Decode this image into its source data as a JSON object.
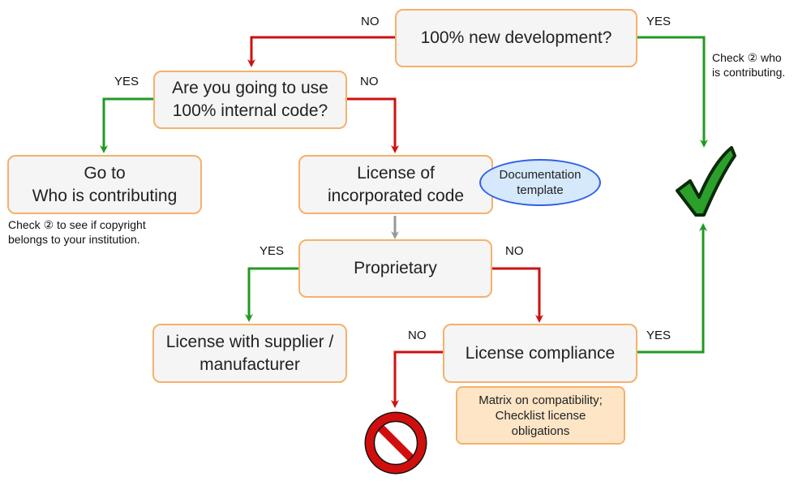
{
  "nodes": {
    "new_dev": {
      "text": "100% new development?"
    },
    "internal": {
      "line1": "Are you going to use",
      "line2": "100% internal code?"
    },
    "goto": {
      "line1": "Go to",
      "line2": "Who is contributing"
    },
    "license_inc": {
      "line1": "License of",
      "line2": "incorporated code"
    },
    "proprietary": {
      "text": "Proprietary"
    },
    "supplier": {
      "line1": "License with supplier /",
      "line2": "manufacturer"
    },
    "compliance": {
      "text": "License compliance"
    },
    "doc_template": {
      "line1": "Documentation",
      "line2": "template"
    },
    "matrix": {
      "line1": "Matrix on compatibility;",
      "line2": "Checklist license",
      "line3": "obligations"
    }
  },
  "labels": {
    "no": "NO",
    "yes": "YES"
  },
  "notes": {
    "check_who": {
      "line1": "Check ② who",
      "line2": "is contributing."
    },
    "check_copyright": {
      "line1": "Check ② to see if copyright",
      "line2": "belongs to your institution."
    }
  },
  "colors": {
    "no_arrow": "#cc1111",
    "yes_arrow": "#229922",
    "neutral_arrow": "#999999",
    "box_border": "#f4b26b"
  },
  "icons": {
    "approved": "green-check-icon",
    "prohibited": "prohibited-icon"
  }
}
